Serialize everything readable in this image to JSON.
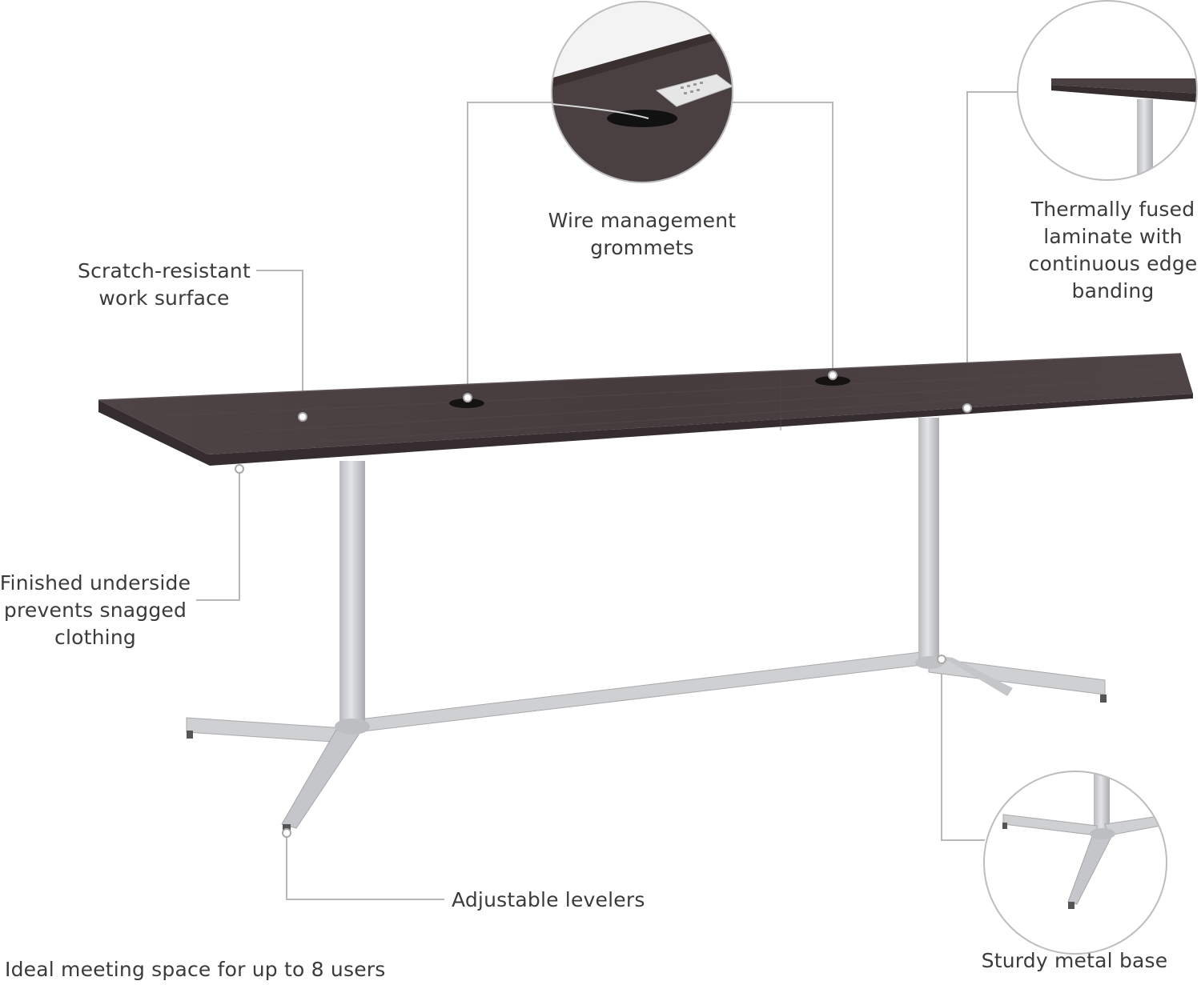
{
  "callouts": {
    "scratch_resistant": "Scratch-resistant\nwork surface",
    "wire_management": "Wire management\ngrommets",
    "thermally_fused": "Thermally fused\nlaminate with\ncontinuous edge\nbanding",
    "finished_underside": "Finished underside\nprevents snagged\nclothing",
    "adjustable_levelers": "Adjustable levelers",
    "sturdy_base": "Sturdy metal base"
  },
  "caption": "Ideal meeting space for up to 8 users",
  "colors": {
    "tabletop": "#4a4042",
    "tabletop_edge": "#3a3133",
    "metal": "#c9cacc",
    "metal_dark": "#a7a9ac",
    "leader_line": "#b8b8b8",
    "text": "#3b3b3b"
  }
}
